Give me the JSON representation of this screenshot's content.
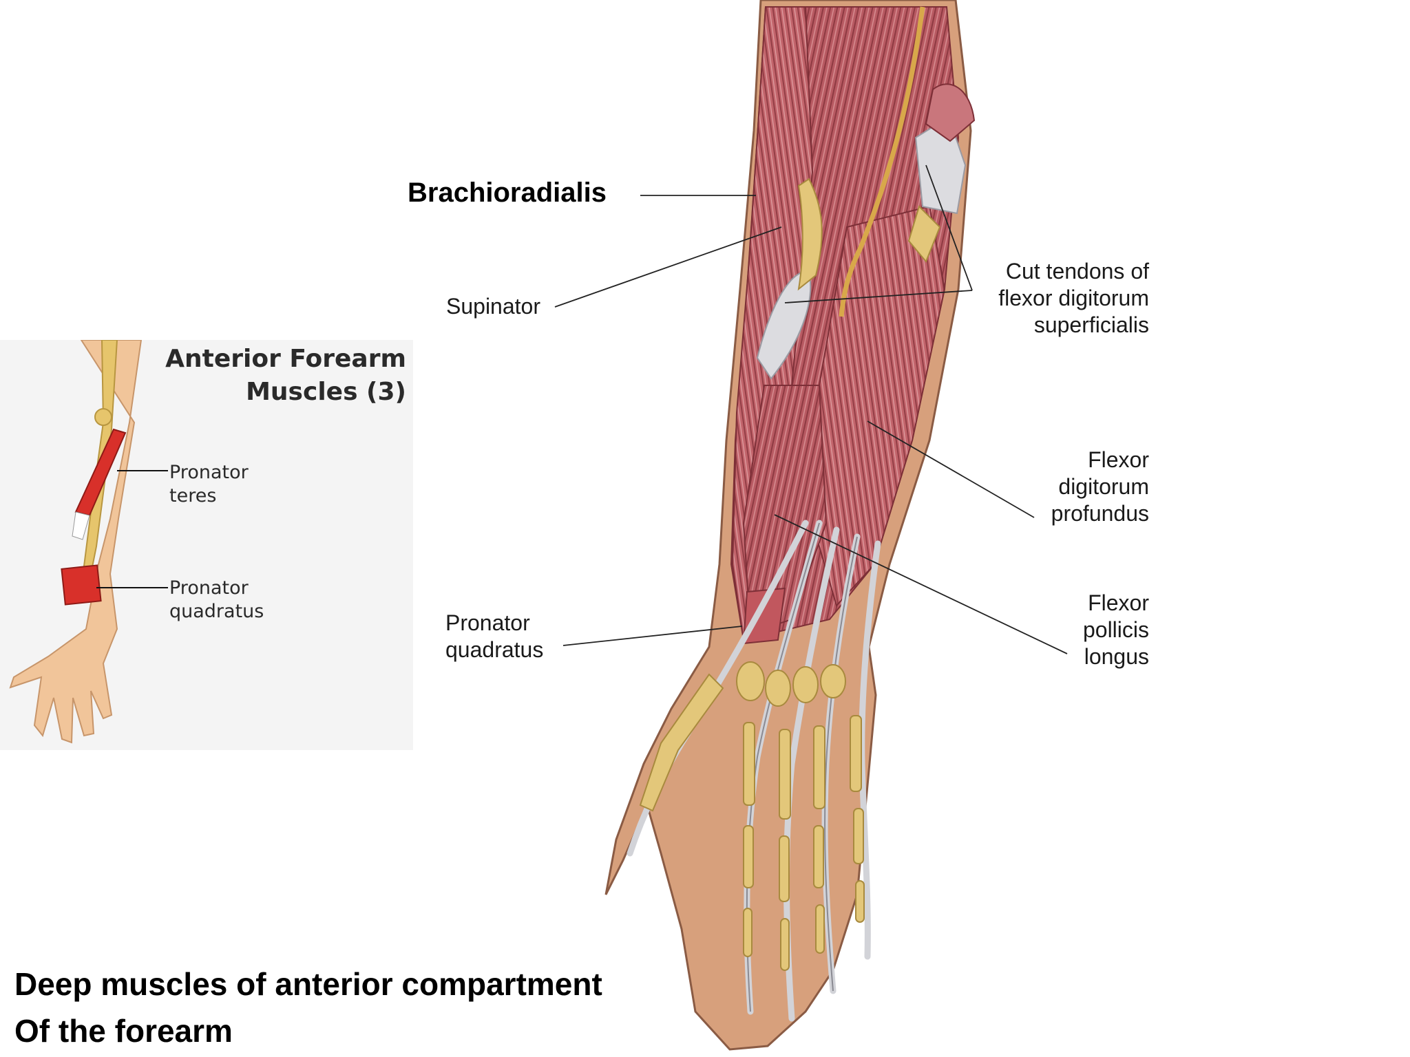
{
  "labels": {
    "brachioradialis": "Brachioradialis",
    "supinator": "Supinator",
    "cut_tendons": "Cut tendons of\nflexor digitorum\nsuperficialis",
    "fdp": "Flexor\ndigitorum\nprofundus",
    "fpl": "Flexor\npollicis\nlongus",
    "pronator_quadratus": "Pronator\nquadratus"
  },
  "inset": {
    "title": "Anterior Forearm\nMuscles (3)",
    "pronator_teres": "Pronator\nteres",
    "pronator_quadratus": "Pronator\nquadratus"
  },
  "caption": "Deep muscles of anterior compartment\nOf the forearm",
  "colors": {
    "muscle": "#b5545c",
    "muscle_light": "#cf8a8e",
    "skin": "#d9a07a",
    "bone": "#e3c77a",
    "tendon": "#d7d7dc",
    "inset_bg": "#f4f4f4",
    "inset_muscle": "#d8302a"
  }
}
